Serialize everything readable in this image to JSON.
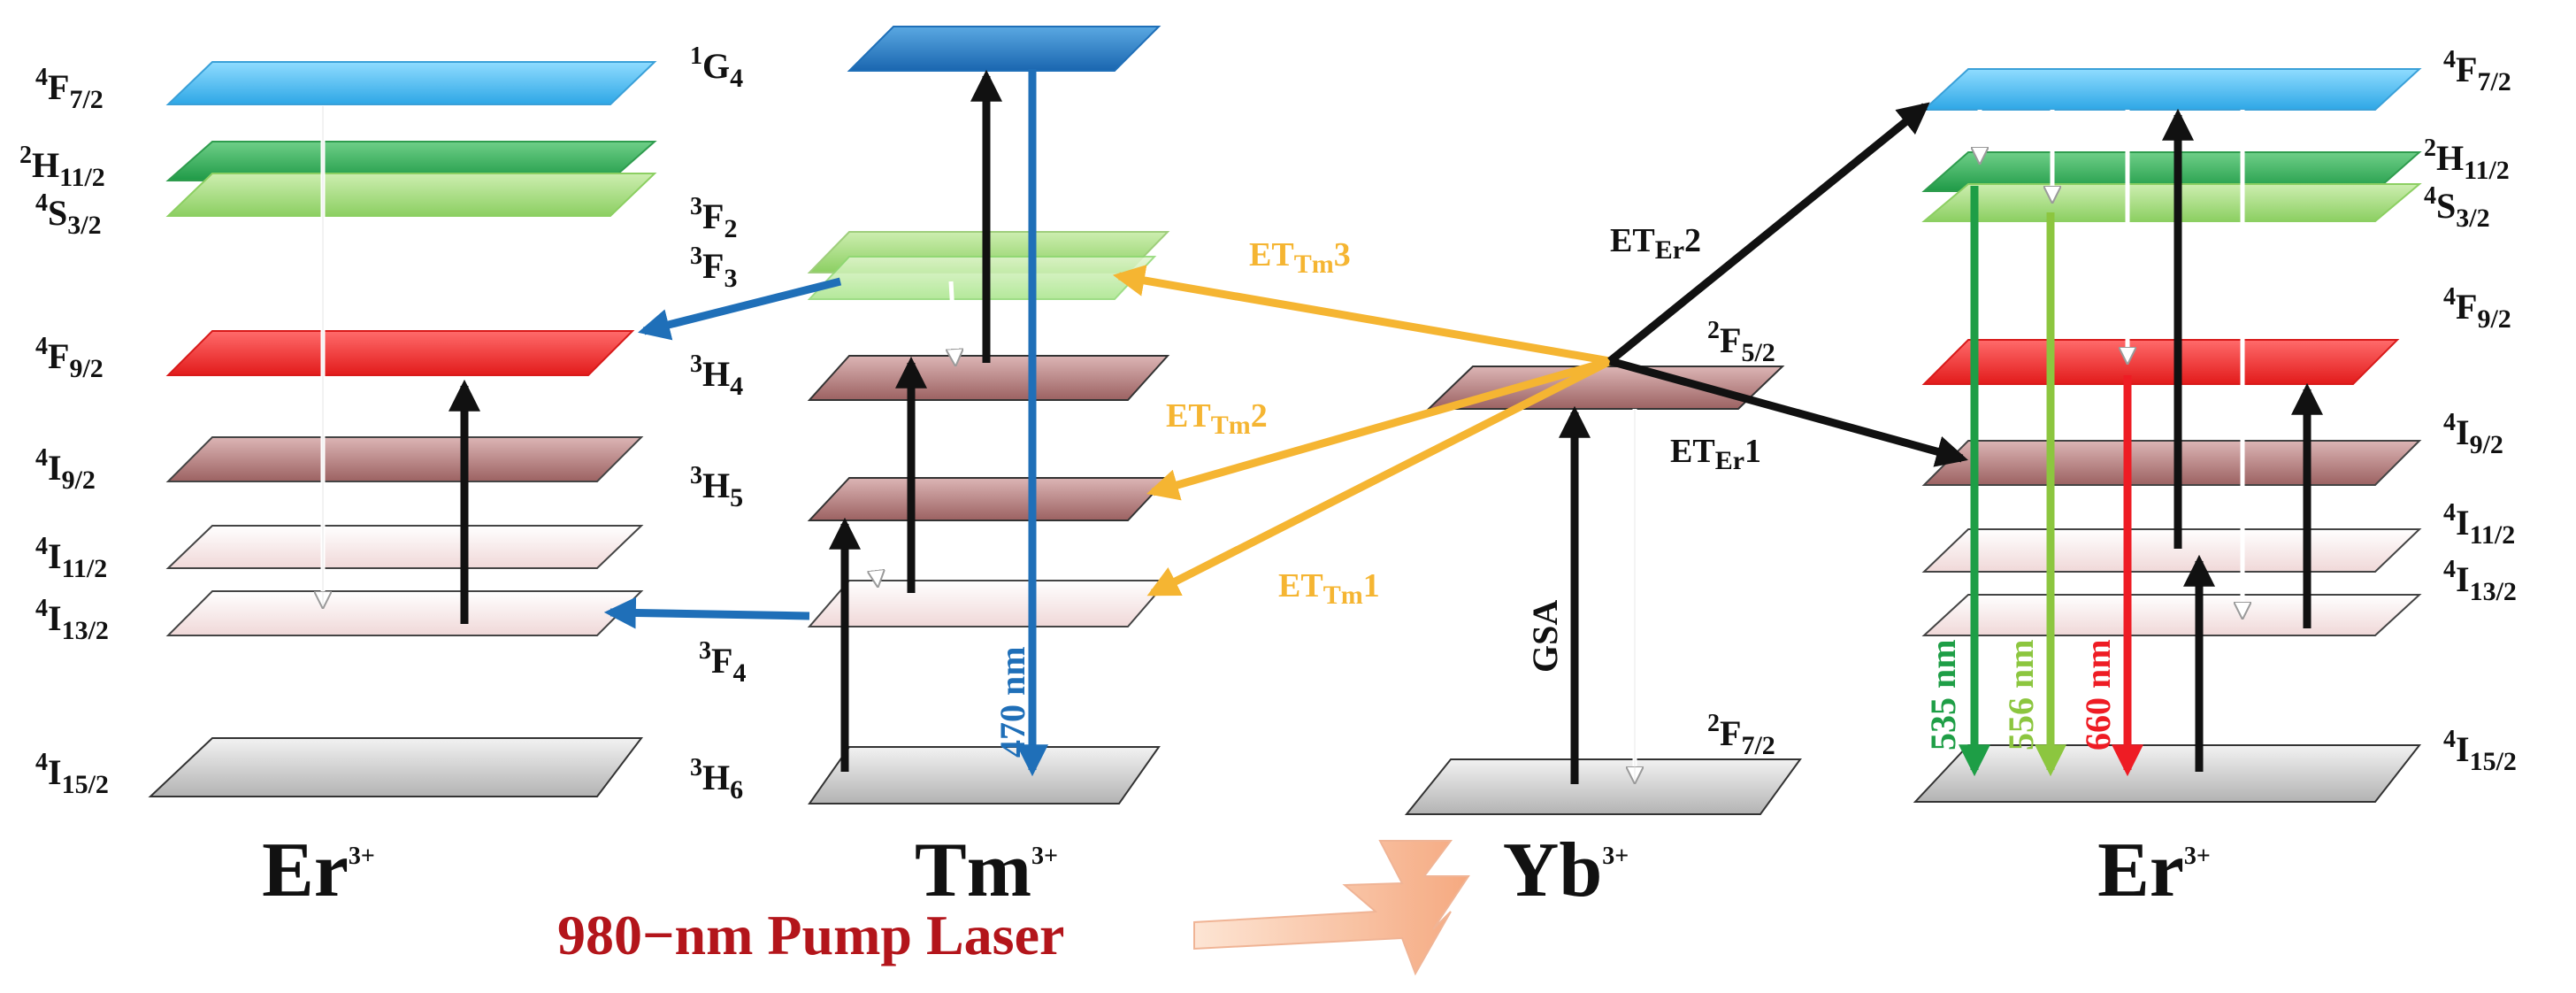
{
  "ions": {
    "er_left": {
      "name": "Er",
      "charge": "3+"
    },
    "tm": {
      "name": "Tm",
      "charge": "3+"
    },
    "yb": {
      "name": "Yb",
      "charge": "3+"
    },
    "er_right": {
      "name": "Er",
      "charge": "3+"
    }
  },
  "levels": {
    "er_left": [
      {
        "sup": "4",
        "main": "F",
        "sub": "7/2"
      },
      {
        "sup": "2",
        "main": "H",
        "sub": "11/2"
      },
      {
        "sup": "4",
        "main": "S",
        "sub": "3/2"
      },
      {
        "sup": "4",
        "main": "F",
        "sub": "9/2"
      },
      {
        "sup": "4",
        "main": "I",
        "sub": "9/2"
      },
      {
        "sup": "4",
        "main": "I",
        "sub": "11/2"
      },
      {
        "sup": "4",
        "main": "I",
        "sub": "13/2"
      },
      {
        "sup": "4",
        "main": "I",
        "sub": "15/2"
      }
    ],
    "tm": [
      {
        "sup": "1",
        "main": "G",
        "sub": "4"
      },
      {
        "sup": "3",
        "main": "F",
        "sub": "2"
      },
      {
        "sup": "3",
        "main": "F",
        "sub": "3"
      },
      {
        "sup": "3",
        "main": "H",
        "sub": "4"
      },
      {
        "sup": "3",
        "main": "H",
        "sub": "5"
      },
      {
        "sup": "3",
        "main": "F",
        "sub": "4"
      },
      {
        "sup": "3",
        "main": "H",
        "sub": "6"
      }
    ],
    "yb": [
      {
        "sup": "2",
        "main": "F",
        "sub": "5/2"
      },
      {
        "sup": "2",
        "main": "F",
        "sub": "7/2"
      }
    ],
    "er_right": [
      {
        "sup": "4",
        "main": "F",
        "sub": "7/2"
      },
      {
        "sup": "2",
        "main": "H",
        "sub": "11/2"
      },
      {
        "sup": "4",
        "main": "S",
        "sub": "3/2"
      },
      {
        "sup": "4",
        "main": "F",
        "sub": "9/2"
      },
      {
        "sup": "4",
        "main": "I",
        "sub": "9/2"
      },
      {
        "sup": "4",
        "main": "I",
        "sub": "11/2"
      },
      {
        "sup": "4",
        "main": "I",
        "sub": "13/2"
      },
      {
        "sup": "4",
        "main": "I",
        "sub": "15/2"
      }
    ]
  },
  "transfers": {
    "et_tm1": {
      "main": "ET",
      "sub": "Tm",
      "num": "1"
    },
    "et_tm2": {
      "main": "ET",
      "sub": "Tm",
      "num": "2"
    },
    "et_tm3": {
      "main": "ET",
      "sub": "Tm",
      "num": "3"
    },
    "et_er1": {
      "main": "ET",
      "sub": "Er",
      "num": "1"
    },
    "et_er2": {
      "main": "ET",
      "sub": "Er",
      "num": "2"
    },
    "gsa": "GSA"
  },
  "emissions": {
    "blue": "470 nm",
    "green": "535 nm",
    "lightgreen": "556 nm",
    "red": "660 nm"
  },
  "pump": "980−nm Pump Laser",
  "colors": {
    "blue_level": "#1f7fc8",
    "cyan_level": "#3db8ec",
    "green_level": "#34a853",
    "lightgreen_level": "#94d36e",
    "red_level": "#ee2a2a",
    "brown_level": "#a36d6d",
    "pink_level": "#d9a8a8",
    "lightpink_level": "#f2dede",
    "gray_level": "#c2c2c2",
    "et_orange": "#f5b532",
    "blue_arrow": "#1f6fb8",
    "green_arrow": "#1e9e46",
    "lightgreen_arrow": "#8cc63f",
    "red_arrow": "#ee1c24",
    "pump_text": "#b3151b"
  }
}
